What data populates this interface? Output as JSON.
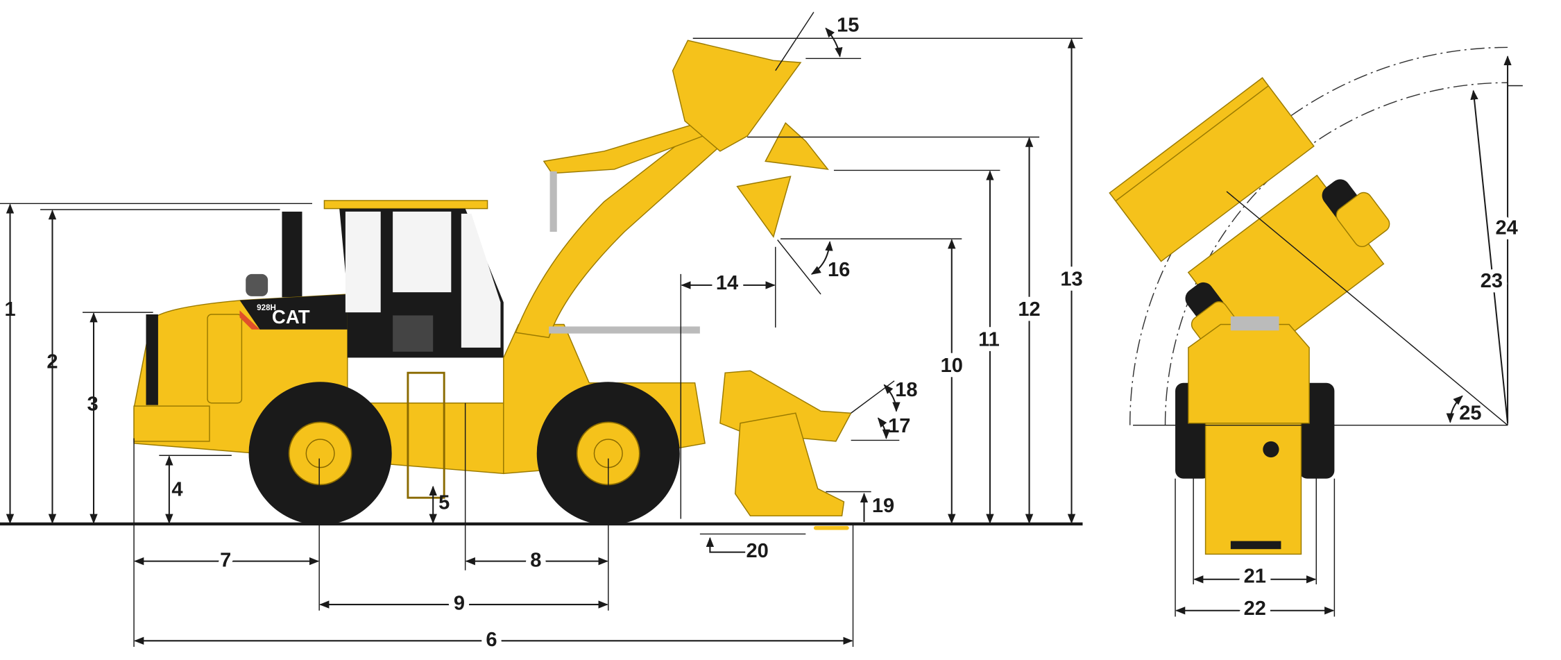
{
  "machine": {
    "brand": "CAT",
    "model": "928H"
  },
  "colors": {
    "machine_yellow": "#F5C21B",
    "tire_black": "#1a1a1a",
    "stripe_red": "#E0502A"
  },
  "dimension_labels": [
    "1",
    "2",
    "3",
    "4",
    "5",
    "6",
    "7",
    "8",
    "9",
    "10",
    "11",
    "12",
    "13",
    "14",
    "15",
    "16",
    "17",
    "18",
    "19",
    "20",
    "21",
    "22",
    "23",
    "24",
    "25"
  ]
}
